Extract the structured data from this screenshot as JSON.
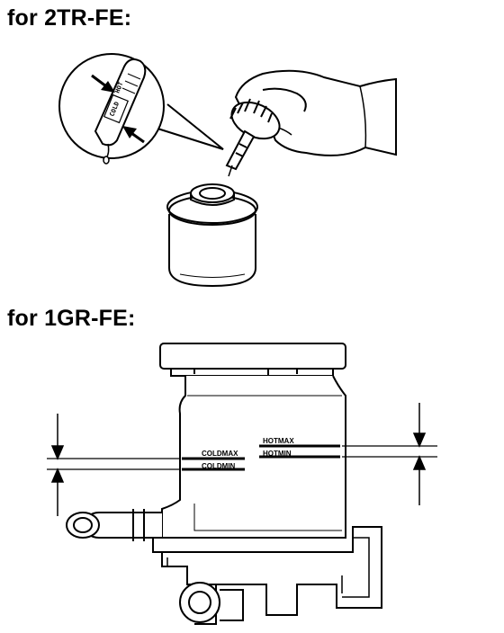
{
  "headings": {
    "first": "for 2TR-FE:",
    "second": "for 1GR-FE:"
  },
  "dipstick_marks": {
    "hot": "HOT",
    "cold": "COLD"
  },
  "reservoir_marks": {
    "cold_max": "COLDMAX",
    "cold_min": "COLDMIN",
    "hot_max": "HOTMAX",
    "hot_min": "HOTMIN"
  }
}
